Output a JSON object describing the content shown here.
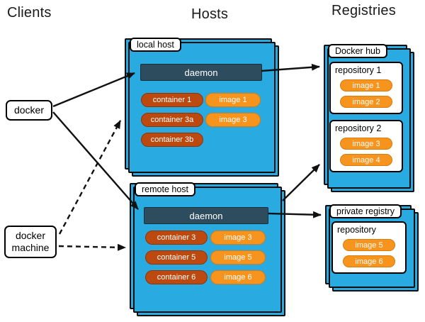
{
  "headers": {
    "clients": "Clients",
    "hosts": "Hosts",
    "registries": "Registries"
  },
  "clients": {
    "docker": "docker",
    "docker_machine": "docker machine"
  },
  "hosts": [
    {
      "label": "local host",
      "daemon": "daemon",
      "containers": [
        "container 1",
        "container 3a",
        "container 3b"
      ],
      "images": [
        "image 1",
        "image 3"
      ]
    },
    {
      "label": "remote host",
      "daemon": "daemon",
      "containers": [
        "container 3",
        "container 5",
        "container 6"
      ],
      "images": [
        "image 3",
        "image 5",
        "image 6"
      ]
    }
  ],
  "registries": [
    {
      "label": "Docker hub",
      "repositories": [
        {
          "name": "repository 1",
          "images": [
            "image 1",
            "image 2"
          ]
        },
        {
          "name": "repository 2",
          "images": [
            "image 3",
            "image 4"
          ]
        }
      ]
    },
    {
      "label": "private registry",
      "repositories": [
        {
          "name": "repository",
          "images": [
            "image 5",
            "image 6"
          ]
        }
      ]
    }
  ],
  "colors": {
    "panel-blue": "#29abe2",
    "daemon-dark": "#2d4d5e",
    "container-orange": "#bc4a10",
    "image-orange": "#f7941e"
  }
}
